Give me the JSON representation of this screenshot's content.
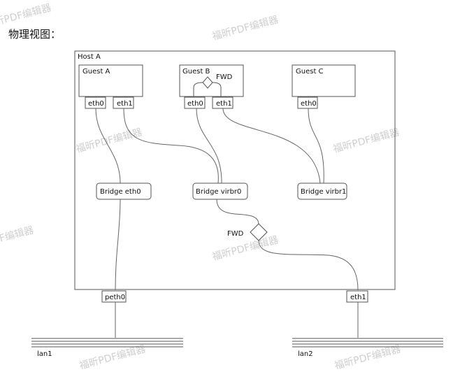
{
  "heading": "物理视图：",
  "host": {
    "label": "Host A"
  },
  "guests": [
    {
      "label": "Guest A",
      "ports": [
        "eth0",
        "eth1"
      ]
    },
    {
      "label": "Guest B",
      "ports": [
        "eth0",
        "eth1"
      ],
      "fwd": "FWD"
    },
    {
      "label": "Guest C",
      "ports": [
        "eth0"
      ]
    }
  ],
  "bridges": [
    "Bridge eth0",
    "Bridge virbr0",
    "Bridge virbr1"
  ],
  "fwd_host": "FWD",
  "host_ports": [
    "peth0",
    "eth1"
  ],
  "lans": [
    "lan1",
    "lan2"
  ],
  "watermark": "福昕PDF编辑器"
}
